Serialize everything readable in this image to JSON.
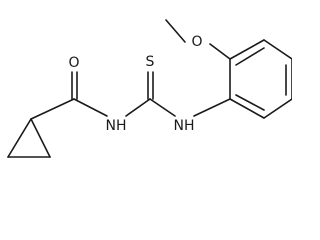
{
  "labels": {
    "carbonyl_oxygen": "O",
    "thio_sulfur": "S",
    "methoxy_oxygen": "O",
    "amide_nitrogen": "NH",
    "aryl_nitrogen": "NH"
  }
}
